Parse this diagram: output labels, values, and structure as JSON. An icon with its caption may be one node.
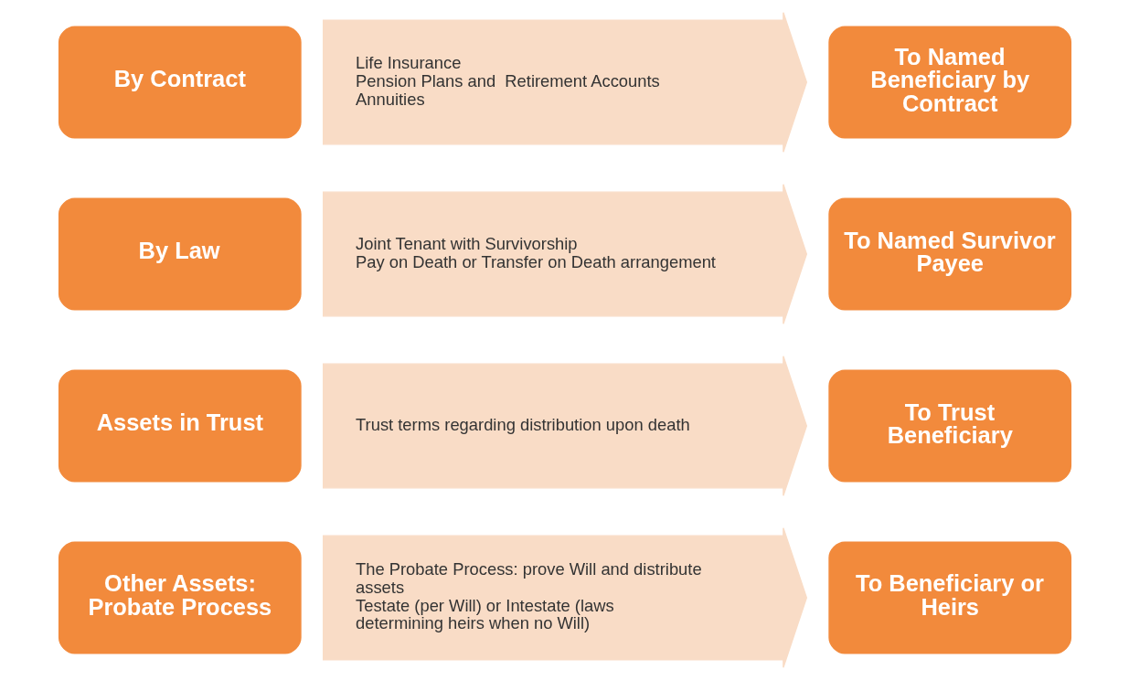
{
  "diagram": {
    "nodes": [
      {
        "text": [
          "By Contract"
        ]
      },
      {
        "text": [
          "Life Insurance",
          "Pension Plans and  Retirement Accounts",
          "Annuities"
        ]
      },
      {
        "text": [
          "To Named Beneficiary by Contract"
        ]
      },
      {
        "text": [
          "By Law"
        ]
      },
      {
        "text": [
          "Joint Tenant with Survivorship",
          "Pay on Death or Transfer on Death arrangement"
        ]
      },
      {
        "text": [
          "To Named Survivor Payee"
        ]
      },
      {
        "text": [
          "Assets in Trust"
        ]
      },
      {
        "text": [
          "Trust terms regarding distribution upon death"
        ]
      },
      {
        "text": [
          "To Trust Beneficiary"
        ]
      },
      {
        "text": [
          "Other Assets: Probate Process"
        ]
      },
      {
        "text": [
          "The Probate Process: prove Will and distribute assets",
          "Testate (per Will) or Intestate (laws determining heirs when no Will)"
        ]
      },
      {
        "text": [
          "To Beneficiary or Heirs"
        ]
      }
    ]
  }
}
